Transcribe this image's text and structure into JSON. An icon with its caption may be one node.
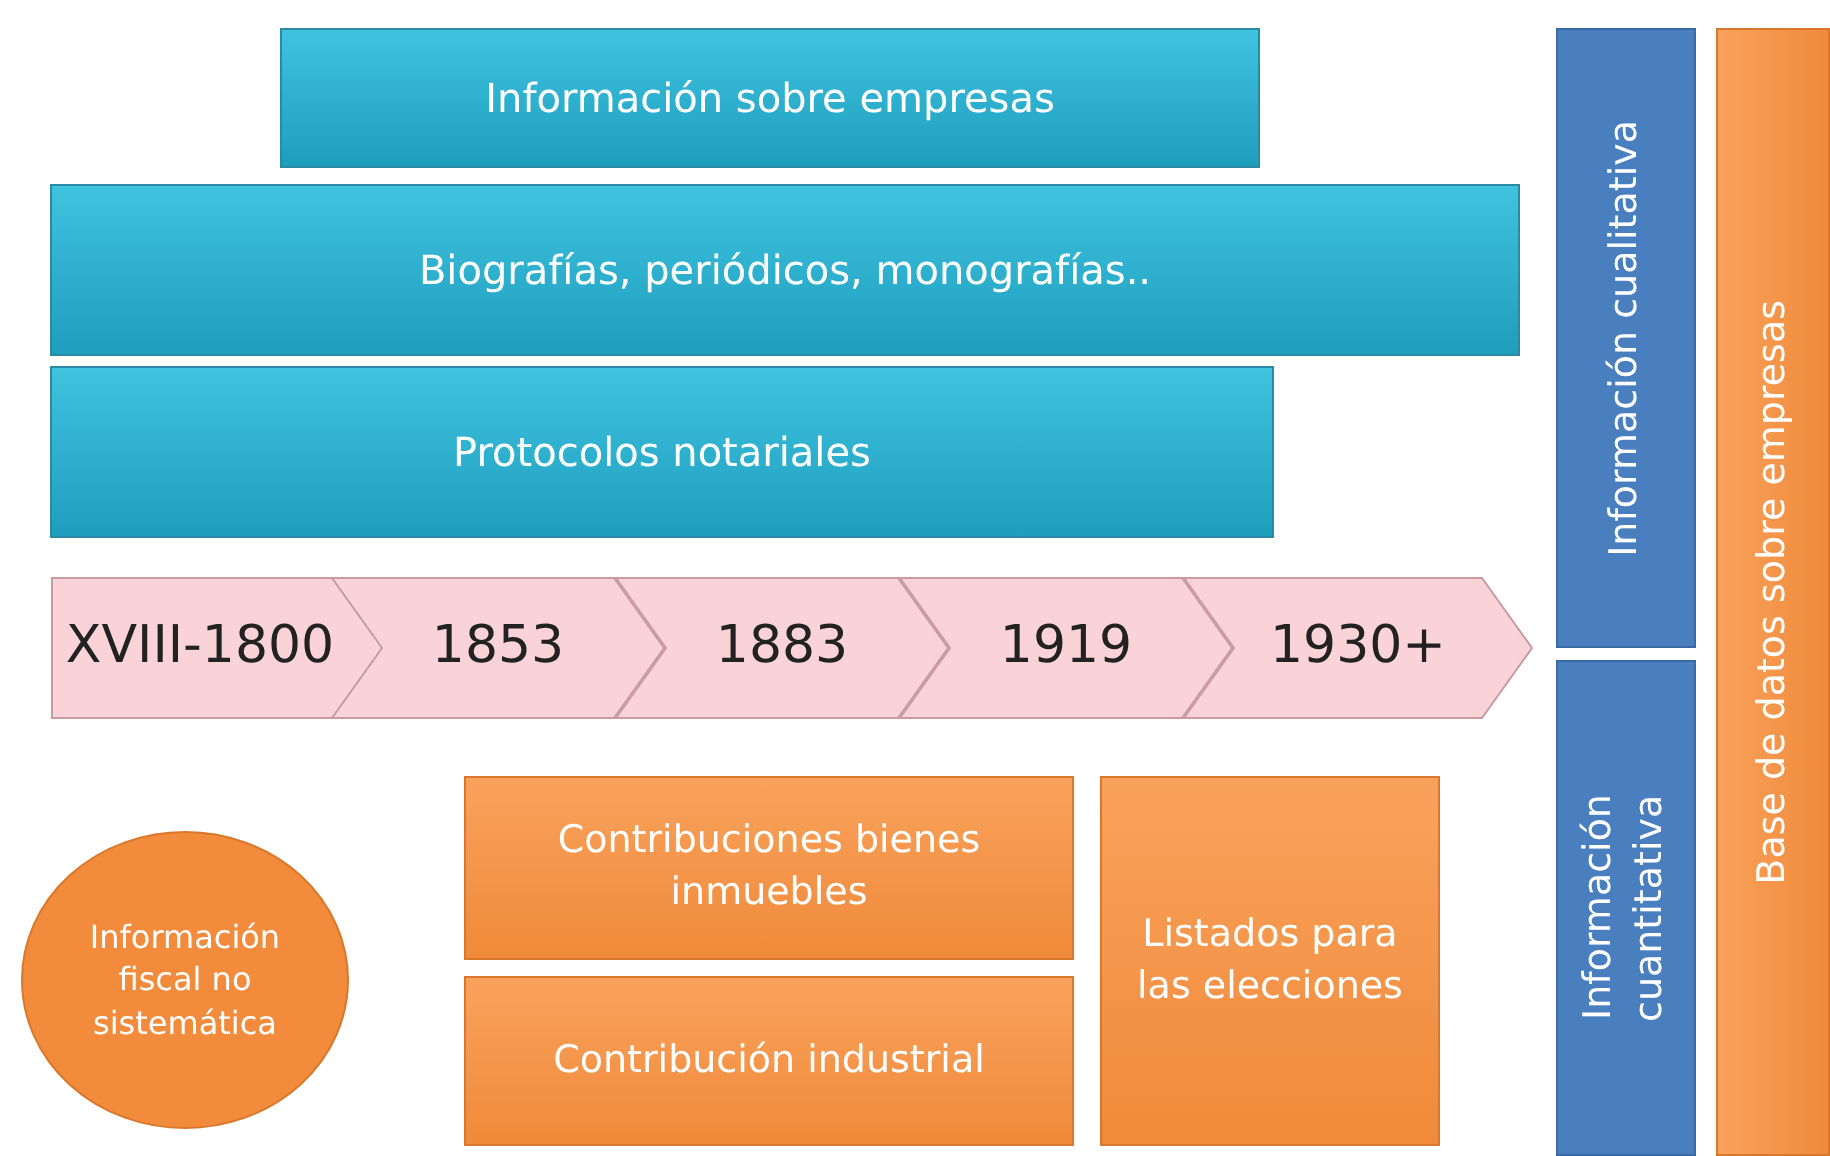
{
  "diagram": {
    "nodes": [
      {
        "text": [
          "Información sobre empresas"
        ]
      },
      {
        "text": [
          "Biografías, periódicos, monografías.."
        ]
      },
      {
        "text": [
          "Protocolos notariales"
        ]
      },
      {
        "text": [
          "XVIII-1800"
        ]
      },
      {
        "text": [
          "1853"
        ]
      },
      {
        "text": [
          "1883"
        ]
      },
      {
        "text": [
          "1919"
        ]
      },
      {
        "text": [
          "1930+"
        ]
      },
      {
        "text": [
          "Información fiscal no sistemática"
        ]
      },
      {
        "text": [
          "Contribuciones bienes inmuebles"
        ]
      },
      {
        "text": [
          "Contribución industrial"
        ]
      },
      {
        "text": [
          "Listados para las elecciones"
        ]
      },
      {
        "text": [
          "Información cualitativa"
        ]
      },
      {
        "text": [
          "Información cuantitativa"
        ]
      },
      {
        "text": [
          "Base de datos sobre empresas"
        ]
      }
    ]
  }
}
